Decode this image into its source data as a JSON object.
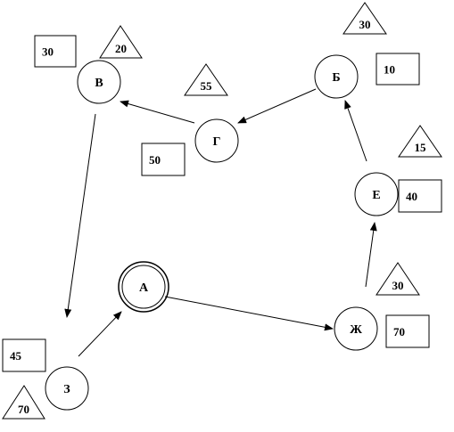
{
  "diagram": {
    "nodes": [
      {
        "id": "A",
        "label": "А",
        "start": true
      },
      {
        "id": "B",
        "label": "Б"
      },
      {
        "id": "V",
        "label": "В"
      },
      {
        "id": "G",
        "label": "Г"
      },
      {
        "id": "E",
        "label": "Е"
      },
      {
        "id": "Zh",
        "label": "Ж"
      },
      {
        "id": "Z",
        "label": "З"
      }
    ],
    "boxes": [
      {
        "node": "V",
        "value": "30"
      },
      {
        "node": "B",
        "value": "10"
      },
      {
        "node": "G",
        "value": "50"
      },
      {
        "node": "E",
        "value": "40"
      },
      {
        "node": "Zh",
        "value": "70"
      },
      {
        "node": "Z",
        "value": "45"
      }
    ],
    "triangles": [
      {
        "node": "V",
        "value": "20"
      },
      {
        "node": "B",
        "value": "30"
      },
      {
        "node": "G",
        "value": "55"
      },
      {
        "node": "E",
        "value": "15"
      },
      {
        "node": "Zh",
        "value": "30"
      },
      {
        "node": "Z",
        "value": "70"
      }
    ],
    "edges": [
      {
        "from": "A",
        "to": "Zh"
      },
      {
        "from": "Zh",
        "to": "E"
      },
      {
        "from": "E",
        "to": "B"
      },
      {
        "from": "B",
        "to": "G"
      },
      {
        "from": "G",
        "to": "V"
      },
      {
        "from": "V",
        "to": "Z"
      },
      {
        "from": "Z",
        "to": "A"
      }
    ]
  }
}
